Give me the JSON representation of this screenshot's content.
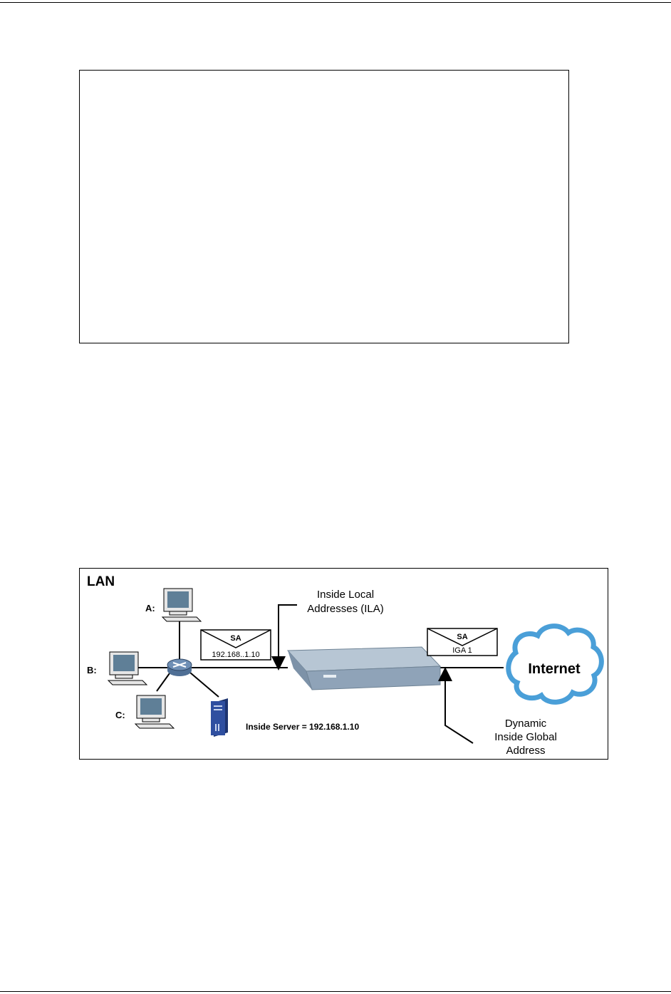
{
  "diagram": {
    "lan_label": "LAN",
    "pc_a_label": "A:",
    "pc_b_label": "B:",
    "pc_c_label": "C:",
    "ila_label_line1": "Inside Local",
    "ila_label_line2": "Addresses (ILA)",
    "packet_left": {
      "header": "SA",
      "value": "192.168..1.10"
    },
    "packet_right": {
      "header": "SA",
      "value": "IGA 1"
    },
    "server_label": "Inside Server = 192.168.1.10",
    "internet_label": "Internet",
    "iga_label_line1": "Dynamic",
    "iga_label_line2": "Inside Global",
    "iga_label_line3": "Address"
  },
  "colors": {
    "router_device": "#8fa3b8",
    "router_top": "#b7c6d4",
    "cloud_fill": "#ffffff",
    "cloud_stroke": "#4a9fd8",
    "hub": "#6f8fb5",
    "server": "#2f4fa0",
    "monitor_screen": "#5f7f97"
  }
}
